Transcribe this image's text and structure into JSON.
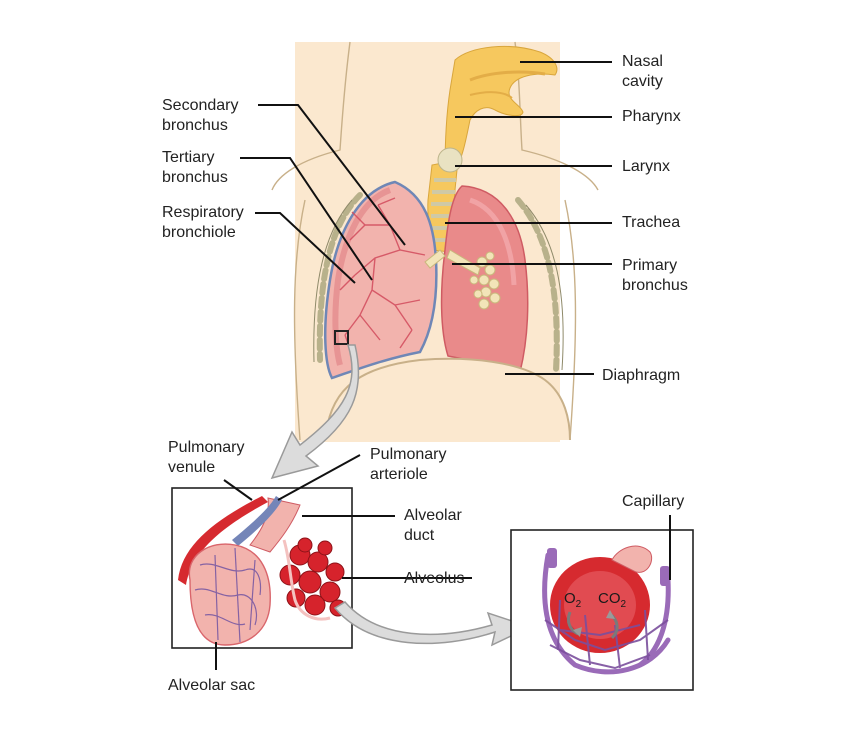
{
  "labels": {
    "nasal_cavity": "Nasal\ncavity",
    "pharynx": "Pharynx",
    "larynx": "Larynx",
    "trachea": "Trachea",
    "primary_bronchus": "Primary\nbronchus",
    "diaphragm": "Diaphragm",
    "secondary_bronchus": "Secondary\nbronchus",
    "tertiary_bronchus": "Tertiary\nbronchus",
    "respiratory_bronchiole": "Respiratory\nbronchiole",
    "pulmonary_venule": "Pulmonary\nvenule",
    "pulmonary_arteriole": "Pulmonary\narteriole",
    "alveolar_duct": "Alveolar\nduct",
    "alveolus": "Alveolus",
    "alveolar_sac": "Alveolar sac",
    "capillary": "Capillary"
  },
  "gases": {
    "o2_main": "O",
    "o2_sub": "2",
    "co2_main": "CO",
    "co2_sub": "2"
  },
  "colors": {
    "torso": "#fbe8cf",
    "airway": "#f6c85e",
    "lung": "#e98a8a",
    "lung_dark": "#d9656b",
    "lung_outline": "#6f87b6",
    "alveoli": "#d6232c",
    "capillary": "#9a6bb8"
  }
}
